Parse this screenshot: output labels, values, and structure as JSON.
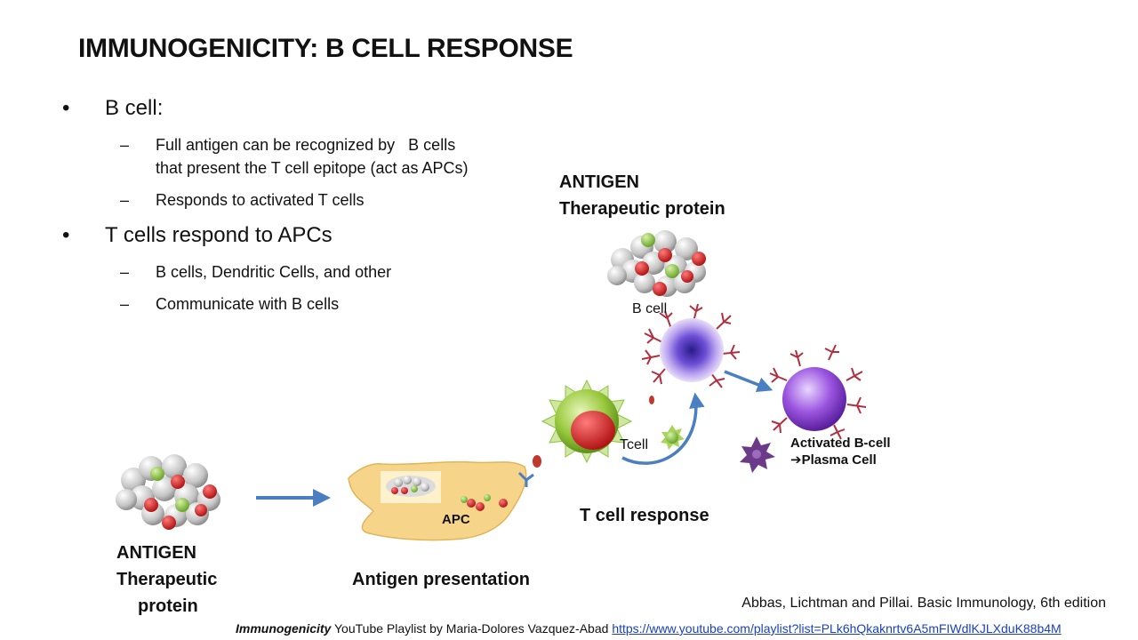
{
  "slide": {
    "title": "IMMUNOGENICITY: B CELL RESPONSE",
    "bullets": [
      {
        "text": "B cell:",
        "subs": [
          "Full antigen can be recognized by   B cells",
          "that present the T cell epitope (act as APCs)",
          "Responds to activated T cells"
        ]
      },
      {
        "text": "T cells respond to APCs",
        "subs": [
          "B cells, Dendritic Cells, and other",
          "Communicate with B cells"
        ]
      }
    ],
    "bullet_glyph": "•",
    "dash_glyph": "–"
  },
  "diagram": {
    "antigen_top": [
      "ANTIGEN",
      "Therapeutic protein"
    ],
    "antigen_bottom": [
      "ANTIGEN",
      "Therapeutic",
      "protein"
    ],
    "b_cell_label": "B cell",
    "apc_label": "APC",
    "tcell_label": "Tcell",
    "activated_label": [
      "Activated B-cell",
      "➔Plasma Cell"
    ],
    "t_cell_response": "T cell response",
    "antigen_presentation": "Antigen presentation",
    "colors": {
      "arrow": "#4a7fc1",
      "antigen_sphere": "#c8c8c8",
      "antigen_red": "#d42020",
      "antigen_green": "#8cc63f",
      "apc_fill": "#f6d58a",
      "tcell_green": "#8cc63f",
      "bcell_purple": "#7b3fc4",
      "receptor": "#b03040"
    }
  },
  "citation": "Abbas, Lichtman and Pillai. Basic Immunology, 6th edition",
  "footer": {
    "playlist_title": "Immunogenicity",
    "playlist_text": " YouTube Playlist by Maria-Dolores Vazquez-Abad ",
    "link": "https://www.youtube.com/playlist?list=PLk6hQkaknrtv6A5mFIWdlKJLXduK88b4M"
  }
}
